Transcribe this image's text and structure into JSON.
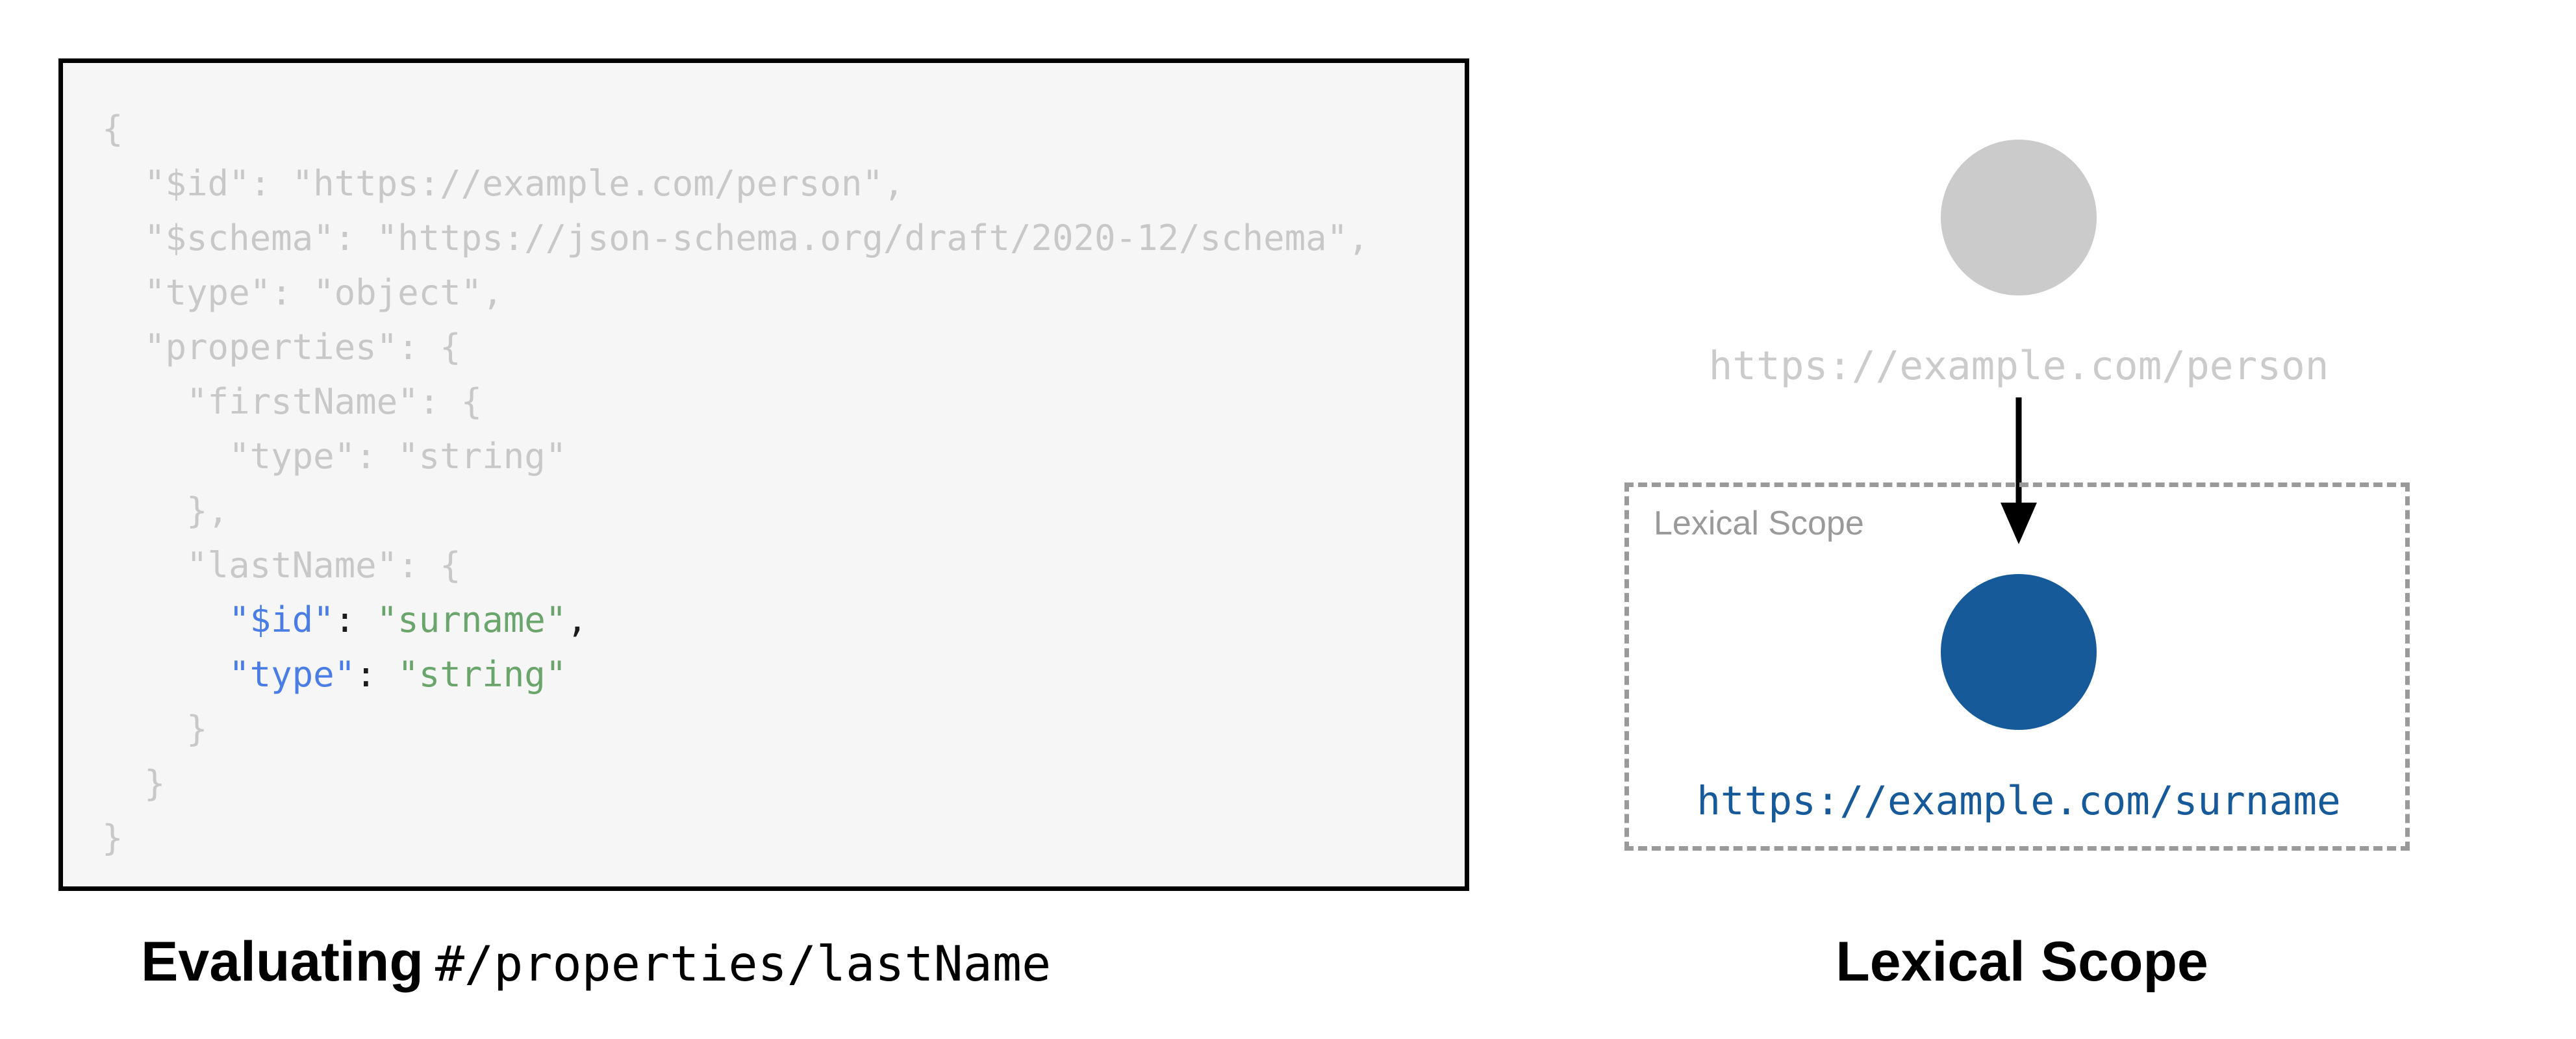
{
  "code_panel": {
    "caption_bold": "Evaluating",
    "caption_mono": "#/properties/lastName",
    "colors": {
      "bg": "#f6f6f6",
      "border": "#000000",
      "muted": "#c8c8c8",
      "key": "#4a7ee6",
      "value": "#6aa56b",
      "punct": "#1c1c1c"
    },
    "lines": [
      [
        {
          "c": "muted",
          "t": "{"
        }
      ],
      [
        {
          "c": "muted",
          "t": "  \"$id\": \"https://example.com/person\","
        }
      ],
      [
        {
          "c": "muted",
          "t": "  \"$schema\": \"https://json-schema.org/draft/2020-12/schema\","
        }
      ],
      [
        {
          "c": "muted",
          "t": "  \"type\": \"object\","
        }
      ],
      [
        {
          "c": "muted",
          "t": "  \"properties\": {"
        }
      ],
      [
        {
          "c": "muted",
          "t": "    \"firstName\": {"
        }
      ],
      [
        {
          "c": "muted",
          "t": "      \"type\": \"string\""
        }
      ],
      [
        {
          "c": "muted",
          "t": "    },"
        }
      ],
      [
        {
          "c": "muted",
          "t": "    \"lastName\": {"
        }
      ],
      [
        {
          "c": "muted",
          "t": "      "
        },
        {
          "c": "key",
          "t": "\"$id\""
        },
        {
          "c": "punct",
          "t": ": "
        },
        {
          "c": "value",
          "t": "\"surname\""
        },
        {
          "c": "punct",
          "t": ","
        }
      ],
      [
        {
          "c": "muted",
          "t": "      "
        },
        {
          "c": "key",
          "t": "\"type\""
        },
        {
          "c": "punct",
          "t": ": "
        },
        {
          "c": "value",
          "t": "\"string\""
        }
      ],
      [
        {
          "c": "muted",
          "t": "    }"
        }
      ],
      [
        {
          "c": "muted",
          "t": "  }"
        }
      ],
      [
        {
          "c": "muted",
          "t": "}"
        }
      ]
    ]
  },
  "diagram": {
    "caption": "Lexical Scope",
    "scope_label": "Lexical Scope",
    "parent_node": {
      "uri": "https://example.com/person",
      "color": "#cbcbcb"
    },
    "child_node": {
      "uri": "https://example.com/surname",
      "color": "#175a9a"
    },
    "arrow_color": "#000000",
    "dash_color": "#9a9a9a"
  }
}
